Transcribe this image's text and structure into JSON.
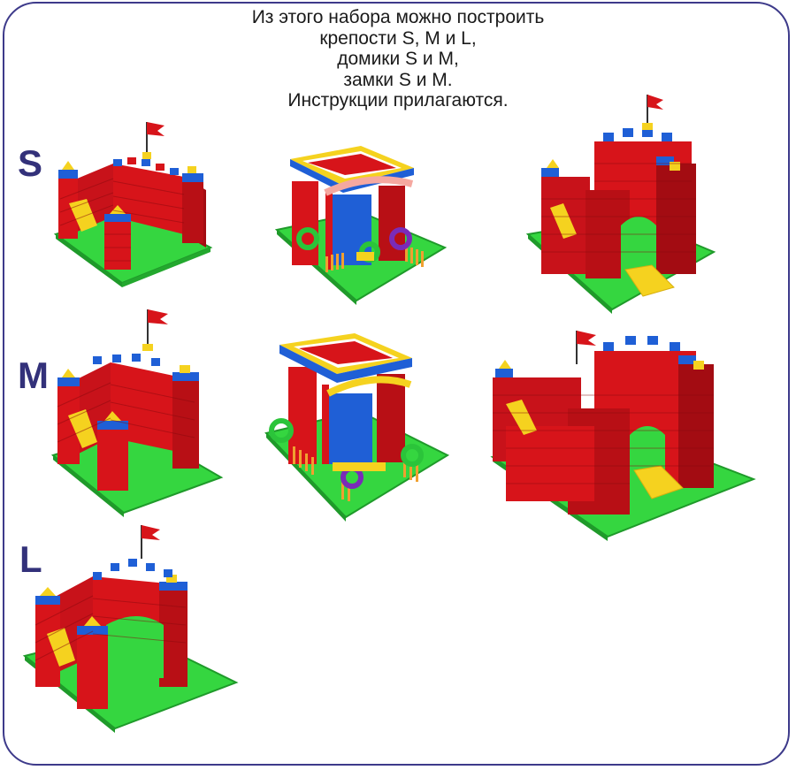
{
  "caption": {
    "line1": "Из этого набора можно построить",
    "line2": "крепости S, M и L,",
    "line3": "домики S и M,",
    "line4": "замки S и M.",
    "line5": "Инструкции прилагаются."
  },
  "size_labels": {
    "s": "S",
    "m": "M",
    "l": "L"
  },
  "colors": {
    "frame": "#3d3a8a",
    "label": "#33317a",
    "brick_red": "#d7141a",
    "brick_dark": "#9c0a10",
    "brick_blue": "#1f5fd6",
    "brick_yellow": "#f5d21f",
    "base_green": "#35d640",
    "base_dark": "#1f9a2a",
    "flag": "#d7141a",
    "purple": "#7a2bb8"
  },
  "models": [
    {
      "id": "fortress-s",
      "icon": "fortress-s-illustration"
    },
    {
      "id": "house-s",
      "icon": "house-s-illustration"
    },
    {
      "id": "castle-s",
      "icon": "castle-s-illustration"
    },
    {
      "id": "fortress-m",
      "icon": "fortress-m-illustration"
    },
    {
      "id": "house-m",
      "icon": "house-m-illustration"
    },
    {
      "id": "castle-m",
      "icon": "castle-m-illustration"
    },
    {
      "id": "fortress-l",
      "icon": "fortress-l-illustration"
    }
  ]
}
